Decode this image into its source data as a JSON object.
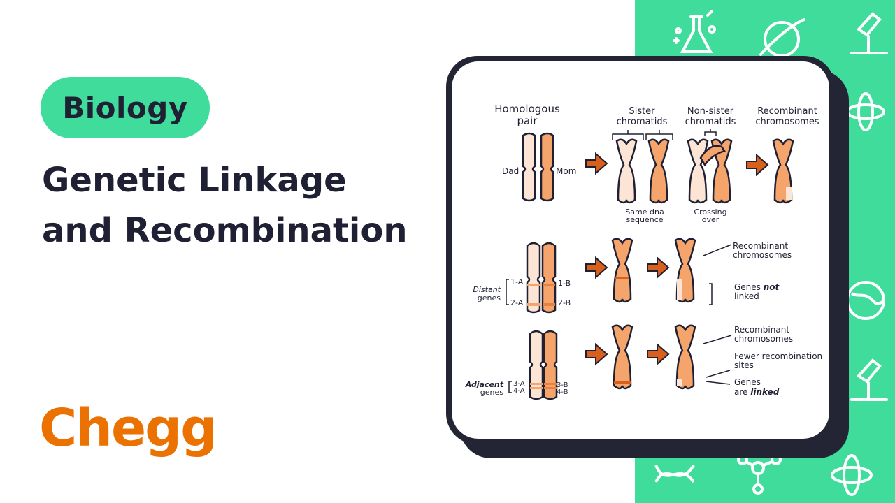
{
  "colors": {
    "brand_green": "#3fdc9c",
    "brand_orange": "#eb7100",
    "navy": "#1f2033",
    "dad_chromosome": "#fde5d6",
    "mom_chromosome": "#f5a46b",
    "arrow": "#d9601c"
  },
  "header": {
    "subject": "Biology",
    "title_line_1": "Genetic Linkage",
    "title_line_2": "and Recombination"
  },
  "logo": {
    "text": "Chegg"
  },
  "decor_icons": [
    "flask-icon",
    "planet-icon",
    "microscope-icon",
    "atom-icon",
    "globe-icon",
    "dna-icon",
    "molecule-icon"
  ],
  "diagram": {
    "row1": {
      "homologous_pair": [
        "Homologous",
        "pair"
      ],
      "dad": "Dad",
      "mom": "Mom",
      "sister_chromatids": [
        "Sister",
        "chromatids"
      ],
      "non_sister_chromatids": [
        "Non-sister",
        "chromatids"
      ],
      "recombinant": [
        "Recombinant",
        "chromosomes"
      ],
      "same_dna": [
        "Same dna",
        "sequence"
      ],
      "crossing_over": [
        "Crossing",
        "over"
      ]
    },
    "row2": {
      "distant_genes": [
        "Distant",
        "genes"
      ],
      "gene_1a": "1-A",
      "gene_1b": "1-B",
      "gene_2a": "2-A",
      "gene_2b": "2-B",
      "recombinant": [
        "Recombinant",
        "chromosomes"
      ],
      "genes_not": "Genes ",
      "not_word": "not",
      "linked": "linked"
    },
    "row3": {
      "adjacent": "Adjacent",
      "genes": "genes",
      "gene_3a": "3-A",
      "gene_4a": "4-A",
      "gene_3b": "3-B",
      "gene_4b": "4-B",
      "recombinant": [
        "Recombinant",
        "chromosomes"
      ],
      "fewer_sites": [
        "Fewer recombination",
        "sites"
      ],
      "genes_word": "Genes",
      "are_word": "are ",
      "linked_word": "linked"
    }
  }
}
